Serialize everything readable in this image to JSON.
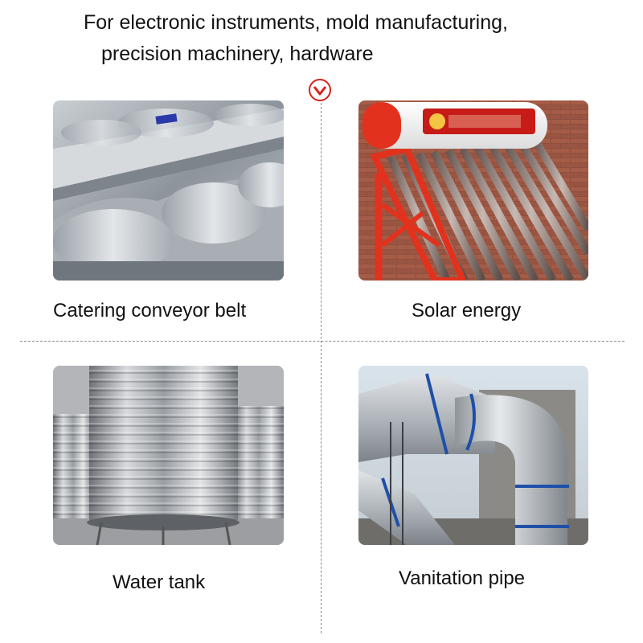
{
  "header": {
    "line1": "For electronic instruments, mold manufacturing,",
    "line2": "precision machinery, hardware"
  },
  "accent_color": "#d9221b",
  "badge_icon": "chevron-down-icon",
  "applications": [
    {
      "caption": "Catering conveyor belt",
      "photo": "conveyor-belt-photo"
    },
    {
      "caption": "Solar energy",
      "photo": "solar-water-heater-photo"
    },
    {
      "caption": "Water tank",
      "photo": "water-tank-photo"
    },
    {
      "caption": "Vanitation pipe",
      "photo": "ventilation-pipe-photo"
    }
  ]
}
